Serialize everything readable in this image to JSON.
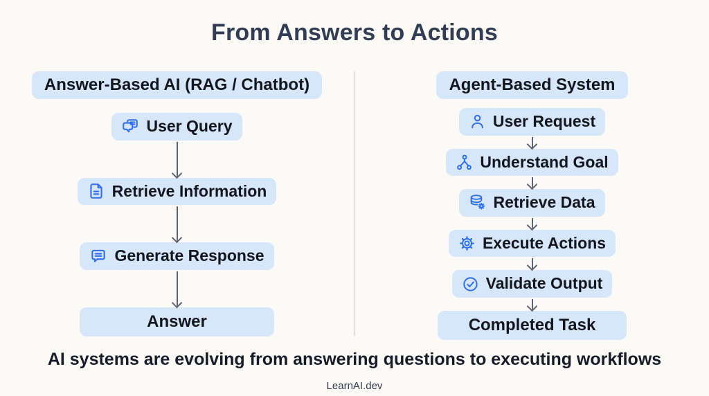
{
  "page": {
    "title": "From Answers to Actions",
    "tagline": "AI systems are evolving from answering questions to executing workflows",
    "footer": "LearnAI.dev"
  },
  "colors": {
    "background": "#fcfaf7",
    "box_fill": "#d6e6fb",
    "box_text": "#13161d",
    "icon_blue": "#2f6ded",
    "arrow": "#5b6475",
    "divider": "#dbdfe6",
    "title_text": "#313c55"
  },
  "left_column": {
    "header": "Answer-Based AI (RAG / Chatbot)",
    "steps": [
      {
        "label": "User Query",
        "icon": "chat-bubbles-icon"
      },
      {
        "label": "Retrieve Information",
        "icon": "document-icon"
      },
      {
        "label": "Generate Response",
        "icon": "message-lines-icon"
      }
    ],
    "result": "Answer"
  },
  "right_column": {
    "header": "Agent-Based System",
    "steps": [
      {
        "label": "User Request",
        "icon": "user-icon"
      },
      {
        "label": "Understand Goal",
        "icon": "network-nodes-icon"
      },
      {
        "label": "Retrieve Data",
        "icon": "database-gear-icon"
      },
      {
        "label": "Execute Actions",
        "icon": "gear-icon"
      },
      {
        "label": "Validate Output",
        "icon": "check-circle-icon"
      }
    ],
    "result": "Completed Task"
  }
}
